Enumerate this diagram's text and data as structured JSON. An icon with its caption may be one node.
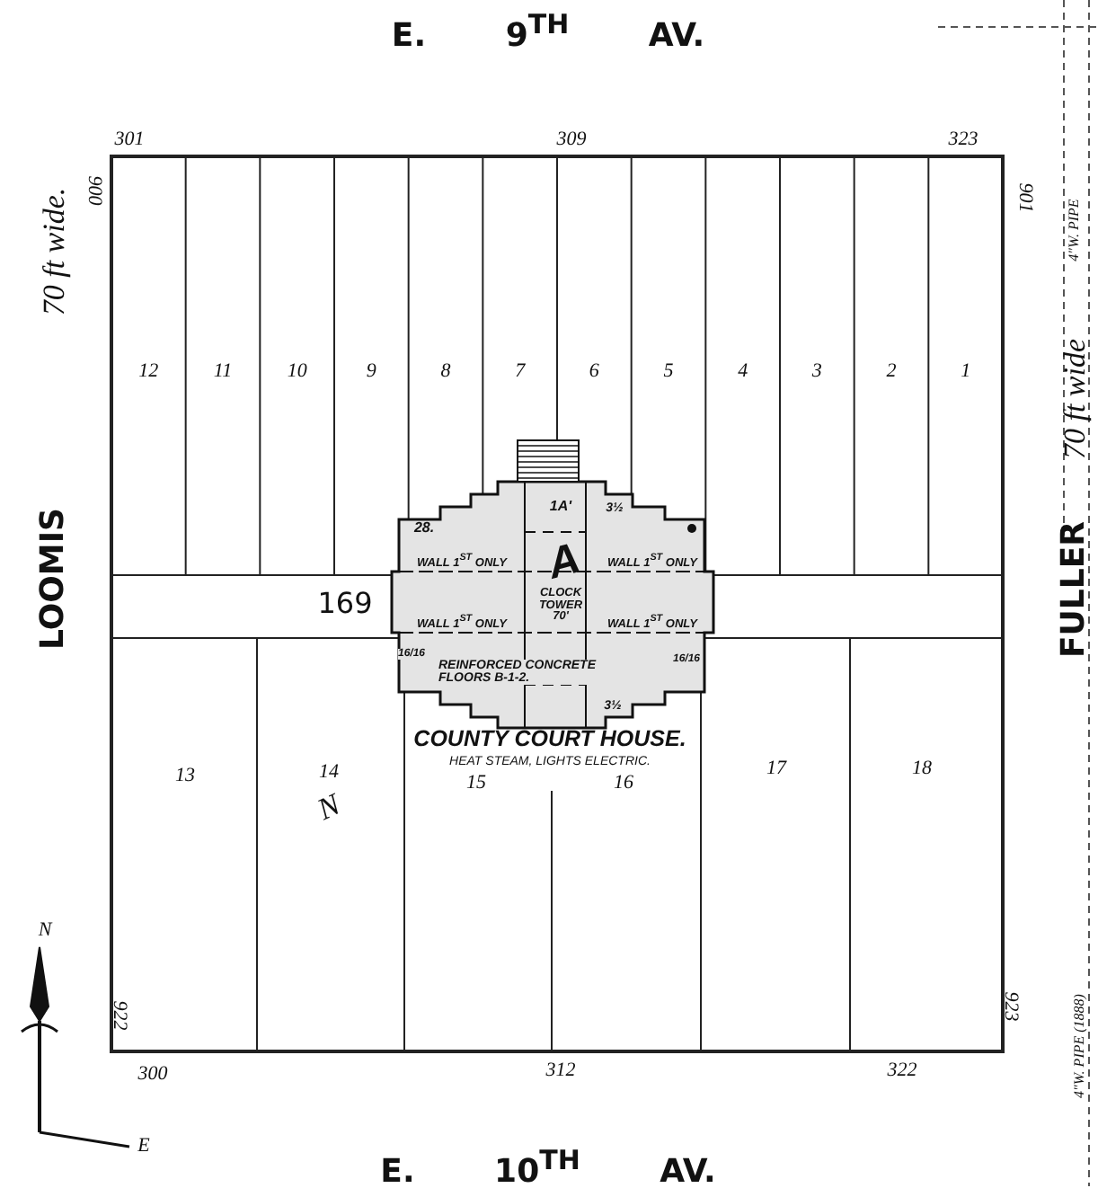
{
  "diagram": {
    "nodes": [
      {
        "text": [
          "1A'",
          "3½",
          "28.",
          "A",
          "WALL 1$^{ST}$ ONLY",
          "WALL 1$^{ST}$ ONLY",
          "CLOCK TOWER 70'",
          "WALL 1$^{ST}$ ONLY",
          "WALL 1$^{ST}$ ONLY",
          "16/16",
          "REINFORCED CONCRETE FLOORS B-1-2.",
          "16/16",
          "3½",
          "COUNTY COURT HOUSE.",
          "HEAT STEAM, LIGHTS ELECTRIC."
        ]
      }
    ],
    "edges": [],
    "labels": [
      "E. 9$^{TH}$ AV.",
      "301",
      "309",
      "323",
      "900",
      "901",
      "70 ft wide.",
      "70 ft wide",
      "4\"W. PIPE",
      "12",
      "11",
      "10",
      "9",
      "8",
      "7",
      "6",
      "5",
      "4",
      "3",
      "2",
      "1",
      "LOOMIS",
      "169",
      "FULLER",
      "13",
      "14",
      "N",
      "15",
      "16",
      "17",
      "18",
      "922",
      "923",
      "4\"W. PIPE (1888)",
      "300",
      "312",
      "322",
      "N",
      "E",
      "E. 10$^{TH}$ AV."
    ]
  }
}
